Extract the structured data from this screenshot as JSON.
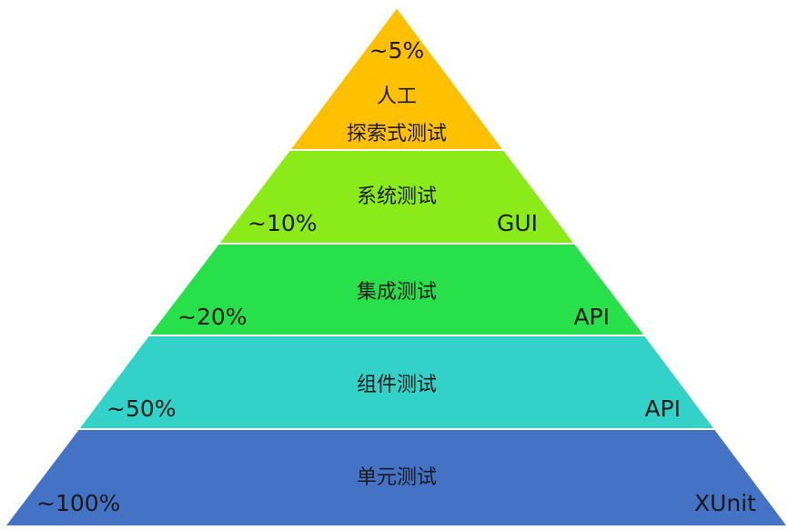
{
  "pyramid": {
    "layers": [
      {
        "lines": [
          "人工",
          "探索式测试"
        ],
        "percent": "~5%",
        "tool": "",
        "color": "#FFC000"
      },
      {
        "lines": [
          "系统测试"
        ],
        "percent": "~10%",
        "tool": "GUI",
        "color": "#8AEB19"
      },
      {
        "lines": [
          "集成测试"
        ],
        "percent": "~20%",
        "tool": "API",
        "color": "#27E04A"
      },
      {
        "lines": [
          "组件测试"
        ],
        "percent": "~50%",
        "tool": "API",
        "color": "#33D2C8"
      },
      {
        "lines": [
          "单元测试"
        ],
        "percent": "~100%",
        "tool": "XUnit",
        "color": "#4472C4"
      }
    ]
  }
}
